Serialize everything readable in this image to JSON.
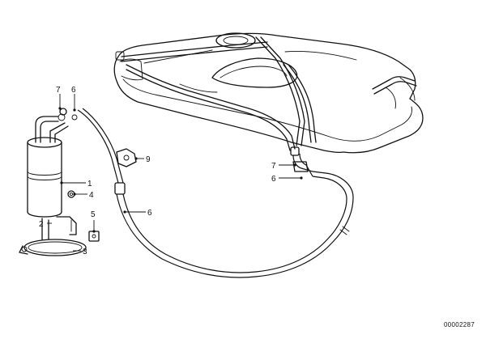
{
  "callouts": {
    "c1": "1",
    "c2": "2",
    "c3": "3",
    "c4": "4",
    "c5": "5",
    "c6a": "6",
    "c6b": "6",
    "c6c": "6",
    "c7a": "7",
    "c7b": "7",
    "c9": "9"
  },
  "document_number": "00002287"
}
